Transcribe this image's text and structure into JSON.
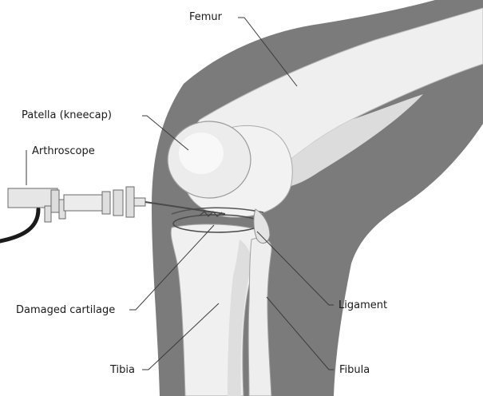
{
  "colors": {
    "background": "#ffffff",
    "leg_silhouette": "#7b7b7b",
    "bone_light": "#efefef",
    "bone_shadow": "#d6d6d6",
    "outline": "#8a8a8a",
    "text": "#1a1a1a",
    "cable": "#1a1a1a"
  },
  "labels": {
    "femur": "Femur",
    "patella": "Patella (kneecap)",
    "arthroscope": "Arthroscope",
    "damaged_cartilage": "Damaged cartilage",
    "ligament": "Ligament",
    "tibia": "Tibia",
    "fibula": "Fibula"
  }
}
